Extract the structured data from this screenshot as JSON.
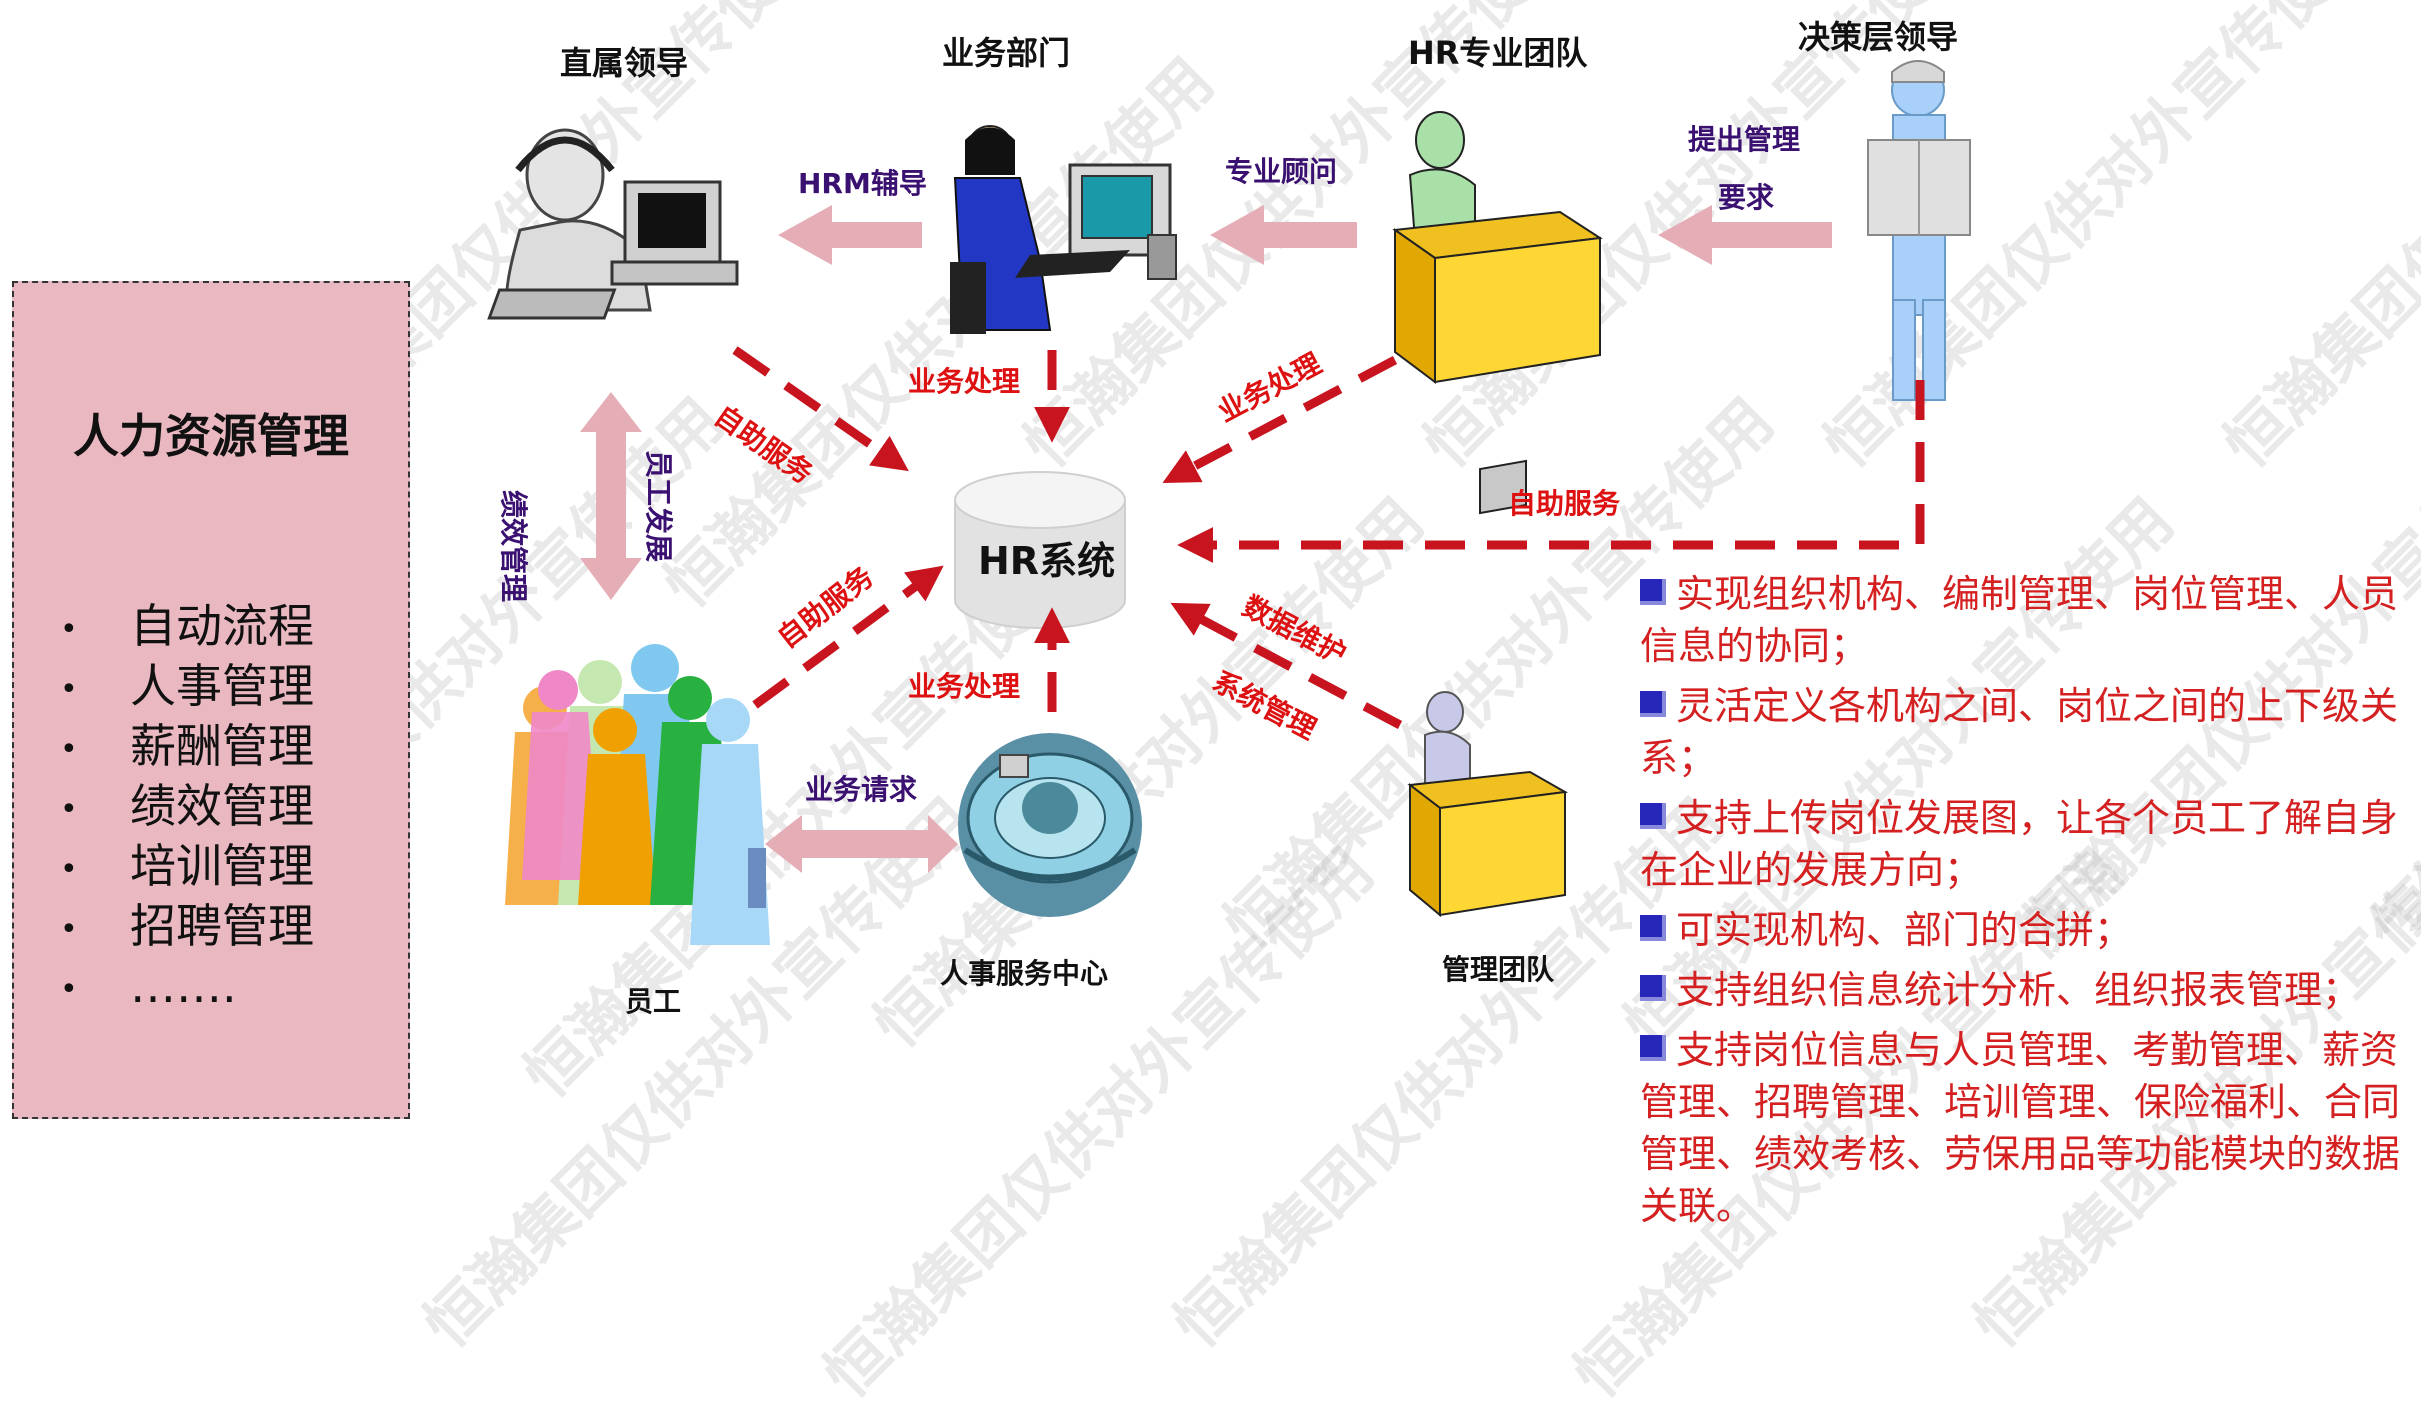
{
  "roles": {
    "direct_leader": "直属领导",
    "business_dept": "业务部门",
    "hr_team": "HR专业团队",
    "decision_leader": "决策层领导"
  },
  "nodes": {
    "hr_system": "HR系统",
    "employees": "员工",
    "service_center": "人事服务中心",
    "management_team": "管理团队"
  },
  "arrows": {
    "hrm_guidance": "HRM辅导",
    "consultant": "专业顾问",
    "propose_line1": "提出管理",
    "propose_line2": "要求",
    "business_processing_1": "业务处理",
    "business_processing_2": "业务处理",
    "business_processing_3": "业务处理",
    "self_service_1": "自助服务",
    "self_service_2": "自助服务",
    "self_service_3": "自助服务",
    "performance_mgmt": "绩效管理",
    "employee_development": "员工发展",
    "data_maintenance": "数据维护",
    "system_management": "系统管理",
    "business_request": "业务请求"
  },
  "hr_box": {
    "title": "人力资源管理",
    "items": [
      "自动流程",
      "人事管理",
      "薪酬管理",
      "绩效管理",
      "培训管理",
      "招聘管理",
      "……."
    ]
  },
  "features": [
    "实现组织机构、编制管理、岗位管理、人员信息的协同；",
    "灵活定义各机构之间、岗位之间的上下级关系；",
    "支持上传岗位发展图，让各个员工了解自身在企业的发展方向；",
    "可实现机构、部门的合拼；",
    "支持组织信息统计分析、组织报表管理；",
    "支持岗位信息与人员管理、考勤管理、薪资管理、招聘管理、培训管理、保险福利、合同管理、绩效考核、劳保用品等功能模块的数据关联。"
  ],
  "watermark": "恒瀚集团仅供对外宣传使用",
  "colors": {
    "arrow_red": "#c8141e",
    "arrow_pink": "#e5aeb6",
    "label_red": "#dd1111",
    "label_purple": "#3a1070",
    "feature_text": "#d42020",
    "box_fill": "#e9b8c0"
  }
}
